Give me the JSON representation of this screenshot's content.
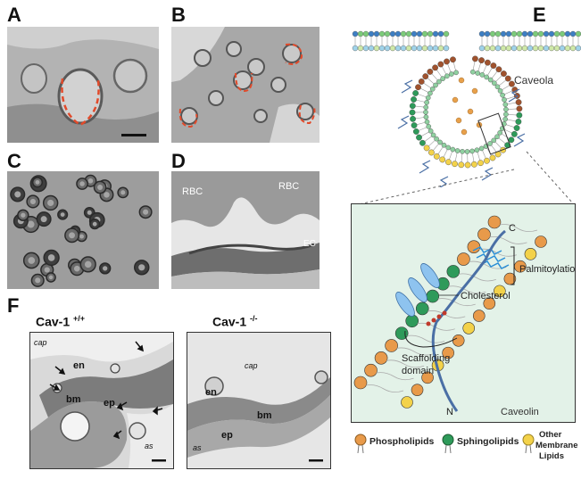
{
  "panels": {
    "A": "A",
    "B": "B",
    "C": "C",
    "D": "D",
    "E": "E",
    "F": "F"
  },
  "panel_d": {
    "rbc_left": "RBC",
    "rbc_right": "RBC",
    "ec": "EC"
  },
  "panel_e": {
    "caveola": "Caveola",
    "palmitoylation": "Palmitoylation",
    "cholesterol": "Cholesterol",
    "scaffolding_line1": "Scaffolding",
    "scaffolding_line2": "domain",
    "caveolin": "Caveolin",
    "c_terminus": "C",
    "n_terminus": "N"
  },
  "legend": {
    "phospholipids": "Phospholipids",
    "sphingolipids": "Sphingolipids",
    "other_line1": "Other",
    "other_line2": "Membrane",
    "other_line3": "Lipids",
    "colors": {
      "phospholipids": "#e89a4a",
      "sphingolipids": "#2e9a5a",
      "other": "#f3d24a"
    }
  },
  "panel_f": {
    "left_title": "Cav-1",
    "left_sup": "+/+",
    "right_title": "Cav-1",
    "right_sup": "-/-",
    "left_labels": {
      "cap": "cap",
      "en": "en",
      "bm": "bm",
      "ep": "ep",
      "as": "as"
    },
    "right_labels": {
      "cap": "cap",
      "en": "en",
      "bm": "bm",
      "ep": "ep",
      "as": "as"
    }
  }
}
